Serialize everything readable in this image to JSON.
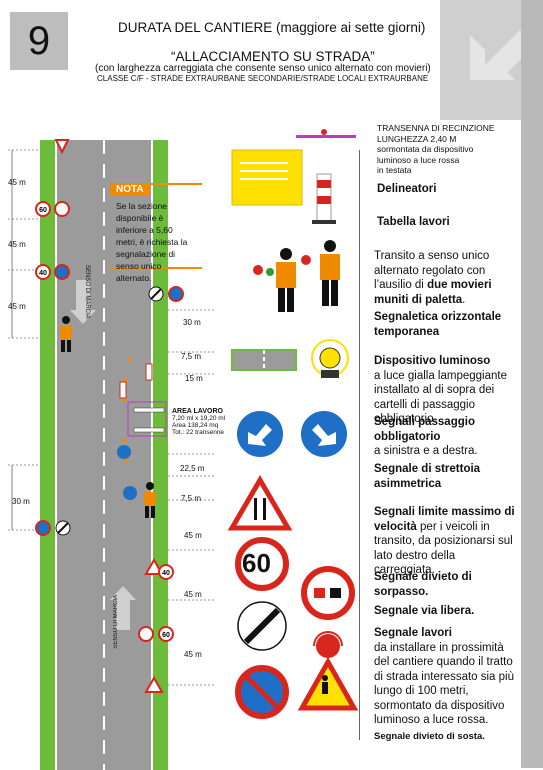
{
  "header": {
    "number": "9",
    "title": "DURATA DEL CANTIERE (maggiore ai sette giorni)",
    "subtitle": "“ALLACCIAMENTO SU STRADA”",
    "note": "(con larghezza carreggiata che consente senso unico alternato con movieri)",
    "class_line": "CLASSE C/F - STRADE EXTRAURBANE SECONDARIE/STRADE LOCALI EXTRAURBANE"
  },
  "nota": {
    "label": "NOTA",
    "text": "Se la sezione disponibile è inferiore a 5,60 metri, è richiesta la segnalazione di senso unico alternato."
  },
  "road": {
    "direction_label": "SENSO DI MARCIA",
    "area_lavoro": [
      "AREA LAVORO",
      "7,20 ml x 19,20 ml",
      "Area 138,24 mq",
      "Tot.: 22 transenne"
    ],
    "left_distances": [
      "45 m",
      "45 m",
      "45 m",
      "30 m"
    ],
    "right_distances": [
      "30 m",
      "7,5 m",
      "15 m",
      "22,5 m",
      "7,5 m",
      "45 m",
      "45 m",
      "45 m"
    ],
    "sign_values": {
      "speed_limit": "60",
      "speed_limit_small": "40"
    }
  },
  "legend": {
    "transenna": [
      "TRANSENNA DI RECINZIONE",
      "LUNGHEZZA 2,40 M",
      "sormontata da dispositivo",
      "luminoso a luce rossa",
      "in testata"
    ],
    "delineatori": "Delineatori",
    "tabella": "Tabella lavori",
    "transito_pre": "Transito a senso unico alternato regolato con l’ausilio di ",
    "transito_bold": "due movieri muniti di paletta",
    "transito_post": ".",
    "segnaletica": "Segnaletica orizzontale temporanea",
    "dispositivo_bold": "Dispositivo luminoso",
    "dispositivo_text": "a luce gialla lampeggiante installato al di sopra dei cartelli di passaggio obbligatorio.",
    "passaggio_bold": "Segnali passaggio obbligatorio",
    "passaggio_text": "a sinistra e a destra.",
    "strettoia_bold": "Segnale di strettoia asimmetrica",
    "limite_bold": "Segnali limite massimo di velocità",
    "limite_text": " per i veicoli in transito, da posizionarsi sul lato destro della carreggiata.",
    "sorpasso_bold": "Segnale divieto di sorpasso.",
    "via_libera_bold": "Segnale via libera.",
    "lavori_bold": "Segnale lavori",
    "lavori_text": "da installare in prossimità del cantiere quando il tratto di strada interessato sia più lungo di 100 metri, sormontato da dispositivo luminoso a luce rossa.",
    "sosta_bold": "Segnale divieto di sosta."
  },
  "colors": {
    "grass": "#6dbb3b",
    "asphalt": "#9b9b9b",
    "sign_red": "#d9261c",
    "sign_blue": "#1f6fc6",
    "orange": "#f08a00",
    "yellow": "#ffe000"
  }
}
